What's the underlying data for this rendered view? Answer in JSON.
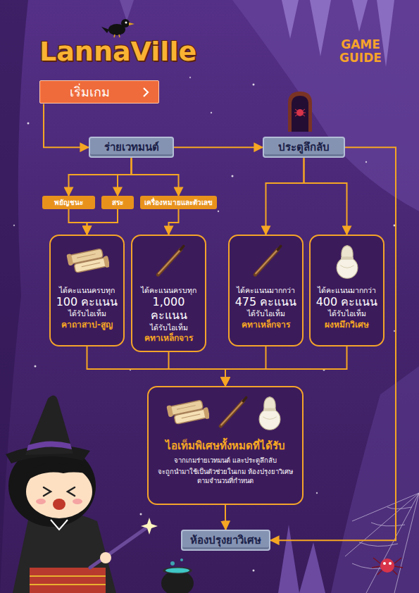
{
  "diagram": {
    "title": "LannaVille",
    "nodes": [
      {
        "text": [
          "เริ่มเกม"
        ]
      },
      {
        "text": [
          "ร่ายเวทมนต์"
        ]
      },
      {
        "text": [
          "ประตูลึกลับ"
        ]
      },
      {
        "text": [
          "พยัญชนะ"
        ]
      },
      {
        "text": [
          "สระ"
        ]
      },
      {
        "text": [
          "เครื่องหมายและตัวเลข"
        ]
      },
      {
        "text": [
          "ได้คะแนนครบทุก",
          "100 คะแนน",
          "ได้รับไอเท็ม",
          "คาถาสาป-สูญ"
        ]
      },
      {
        "text": [
          "ได้คะแนนครบทุก",
          "1,000 คะแนน",
          "ได้รับไอเท็ม",
          "คทาเหล็กจาร"
        ]
      },
      {
        "text": [
          "ได้คะแนนมากกว่า",
          "475 คะแนน",
          "ได้รับไอเท็ม",
          "คทาเหล็กจาร"
        ]
      },
      {
        "text": [
          "ได้คะแนนมากกว่า",
          "400 คะแนน",
          "ได้รับไอเท็ม",
          "ผงหมึกวิเศษ"
        ]
      },
      {
        "text": [
          "ไอเท็มพิเศษทั้งหมดที่ได้รับ",
          "จากเกมร่ายเวทมนต์ และประตูลึกลับ",
          "จะถูกนำมาใช้เป็นตัวช่วยในเกม ห้องปรุงยาวิเศษ ตามจำนวนที่กำหนด"
        ]
      },
      {
        "text": [
          "ห้องปรุงยาวิเศษ"
        ]
      }
    ],
    "edges": [
      {
        "from": 0,
        "to": 1,
        "arrow": "to"
      },
      {
        "from": 1,
        "to": 2,
        "arrow": "to"
      },
      {
        "from": 2,
        "to": 11,
        "arrow": "to"
      },
      {
        "from": 1,
        "to": 3,
        "arrow": "to"
      },
      {
        "from": 1,
        "to": 4,
        "arrow": "to"
      },
      {
        "from": 1,
        "to": 5,
        "arrow": "to"
      },
      {
        "from": 3,
        "to": 6,
        "arrow": "to"
      },
      {
        "from": 4,
        "to": 6,
        "arrow": "to"
      },
      {
        "from": 5,
        "to": 7,
        "arrow": "to"
      },
      {
        "from": 2,
        "to": 8,
        "arrow": "to"
      },
      {
        "from": 2,
        "to": 9,
        "arrow": "to"
      },
      {
        "from": 6,
        "to": 10,
        "arrow": "to"
      },
      {
        "from": 7,
        "to": 10,
        "arrow": "to"
      },
      {
        "from": 8,
        "to": 10,
        "arrow": "to"
      },
      {
        "from": 9,
        "to": 10,
        "arrow": "to"
      },
      {
        "from": 10,
        "to": 11,
        "arrow": "to"
      }
    ],
    "labels": [
      "GAME GUIDE"
    ]
  }
}
